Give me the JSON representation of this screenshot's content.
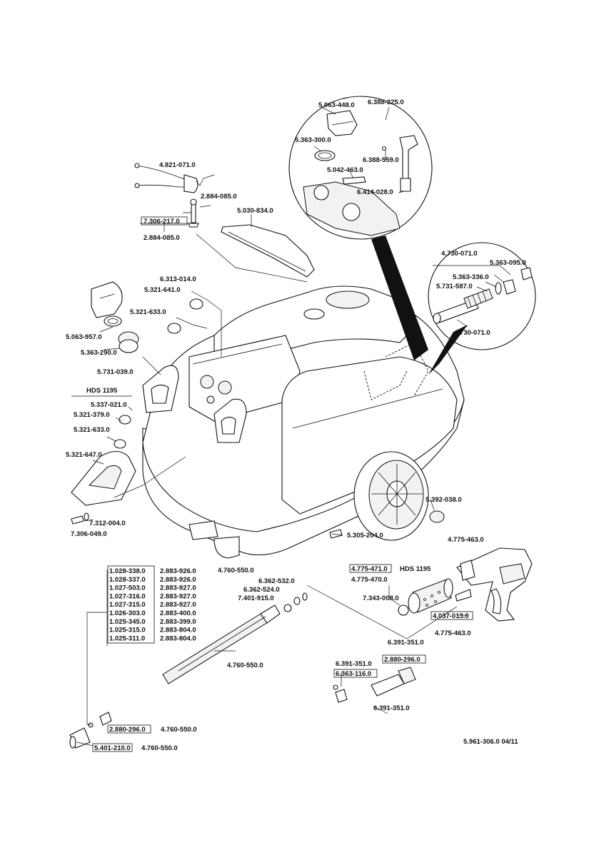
{
  "labels": {
    "l4821_071": "4.821-071.0",
    "l2884_085a": "2.884-085.0",
    "l7306_217": "7.306-217.0",
    "l2884_085b": "2.884-085.0",
    "l5030_834": "5.030-834.0",
    "l5063_448": "5.063-448.0",
    "l6388_225": "6.388-225.0",
    "l5363_300": "5.363-300.0",
    "l6388_559": "6.388-559.0",
    "l5042_463": "5.042-463.0",
    "l6414_028": "6.414-028.0",
    "l4730_071a": "4.730-071.0",
    "l5363_095": "5.363-095.0",
    "l5363_336": "5.363-336.0",
    "l5731_587": "5.731-587.0",
    "l4730_071b": "4.730-071.0",
    "l6313_014": "6.313-014.0",
    "l5321_641": "5.321-641.0",
    "l5321_633a": "5.321-633.0",
    "l5063_957": "5.063-957.0",
    "l5363_290": "5.363-290.0",
    "l5731_039": "5.731-039.0",
    "hds_a": "HDS 1195",
    "l5337_021": "5.337-021.0",
    "l5321_379": "5.321-379.0",
    "l5321_633b": "5.321-633.0",
    "l5321_647": "5.321-647.0",
    "l7312_004": "7.312-004.0",
    "l7306_049": "7.306-049.0",
    "l5392_038": "5.392-038.0",
    "l5305_204": "5.305-204.0",
    "l4775_463a": "4.775-463.0",
    "l4775_471": "4.775-471.0",
    "hds_b": "HDS 1195",
    "l4775_470": "4.775-470.0",
    "l7343_008": "7.343-008.0",
    "l4037_013": "4.037-013.0",
    "l4775_463b": "4.775-463.0",
    "l4760_550a": "4.760-550.0",
    "l6362_532": "6.362-532.0",
    "l6362_524": "6.362-524.0",
    "l7401_915": "7.401-915.0",
    "l4760_550b": "4.760-550.0",
    "l6391_351a": "6.391-351.0",
    "l2880_296a": "2.880-296.0",
    "l6391_351b": "6.391-351.0",
    "l6363_116": "6.363-116.0",
    "l6391_351c": "6.391-351.0",
    "l2880_296b": "2.880-296.0",
    "l4760_550c": "4.760-550.0",
    "l5401_210": "5.401-210.0",
    "l4760_550d": "4.760-550.0",
    "footer": "5.961-306.0  04/11"
  },
  "lance_table": [
    {
      "left": "1.028-338.0",
      "right": "2.883-926.0"
    },
    {
      "left": "1.028-337.0",
      "right": "2.883-926.0"
    },
    {
      "left": "1.027-503.0",
      "right": "2.883-927.0"
    },
    {
      "left": "1.027-316.0",
      "right": "2.883-927.0"
    },
    {
      "left": "1.027-315.0",
      "right": "2.883-927.0"
    },
    {
      "left": "1.026-303.0",
      "right": "2.883-400.0"
    },
    {
      "left": "1.025-345.0",
      "right": "2.883-399.0"
    },
    {
      "left": "1.025-315.0",
      "right": "2.883-804.0"
    },
    {
      "left": "1.025-311.0",
      "right": "2.883-804.0"
    }
  ]
}
